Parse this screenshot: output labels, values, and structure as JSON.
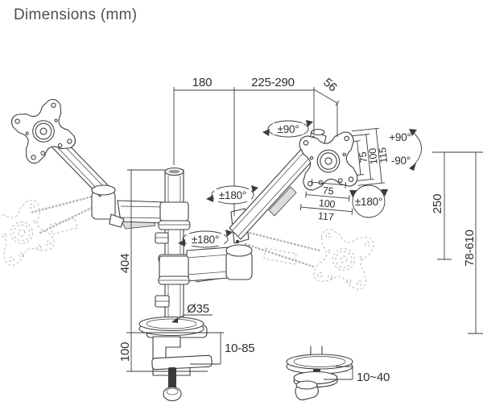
{
  "title": "Dimensions (mm)",
  "dimensions": {
    "arm_inner_reach": "180",
    "arm_outer_reach": "225-290",
    "head_offset": "56",
    "swivel_angle": "±90°",
    "tilt_up": "+90°",
    "tilt_down": "-90°",
    "vesa_v75": "75",
    "vesa_v100": "100",
    "vesa_v115": "115",
    "vesa_h75": "75",
    "vesa_h100": "100",
    "vesa_h117": "117",
    "head_rotation": "±180°",
    "upper_arm_rotation": "±180°",
    "lower_arm_rotation": "±180°",
    "pole_height": "404",
    "pole_diameter": "Ø35",
    "clamp_body_height": "100",
    "desk_thickness_clamp": "10-85",
    "desk_thickness_grommet": "10~40",
    "gas_lift_range": "250",
    "height_range": "78-610"
  },
  "colors": {
    "line": "#3f3f3f",
    "dimension": "#3b3b3b",
    "text": "#2e2e2e",
    "ghost": "#b9b9b9",
    "title": "#4f4f4f",
    "shading": "#dcdcdc",
    "background": "#ffffff"
  }
}
